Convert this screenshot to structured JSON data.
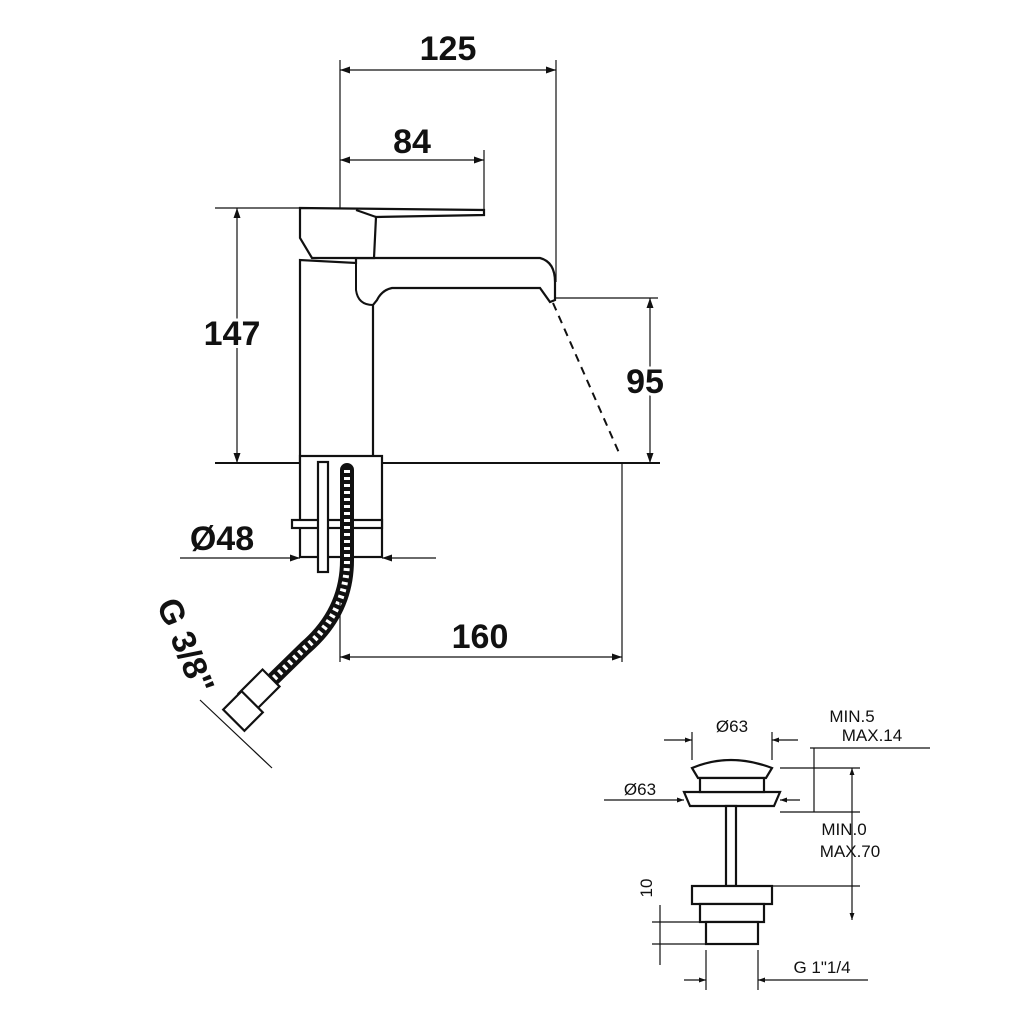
{
  "faucet": {
    "dimensions": {
      "overall_depth": "125",
      "lever_length": "84",
      "height": "147",
      "spout_height": "95",
      "base_diameter": "Ø48",
      "projection": "160",
      "hose_thread": "G 3/8\""
    }
  },
  "drain": {
    "dimensions": {
      "cap_diameter": "Ø63",
      "flange_diameter": "Ø63",
      "basin_thickness_min": "MIN.5",
      "basin_thickness_max": "MAX.14",
      "stem_min": "MIN.0",
      "stem_max": "MAX.70",
      "body_height": "10",
      "thread": "G 1\"1/4"
    }
  }
}
